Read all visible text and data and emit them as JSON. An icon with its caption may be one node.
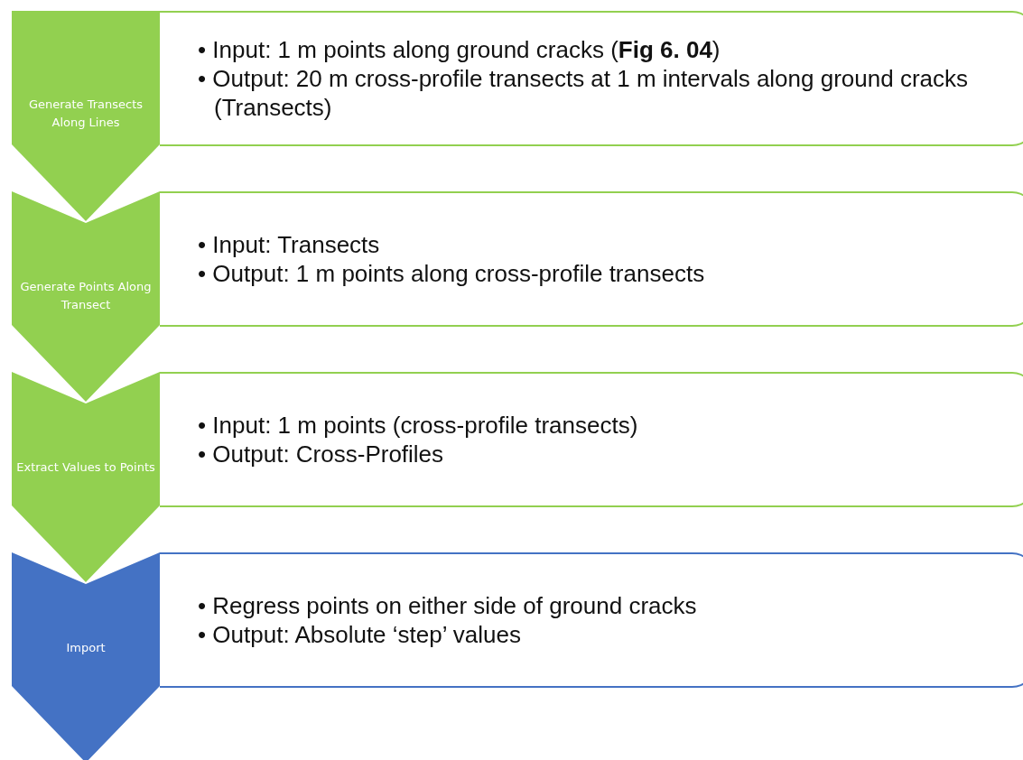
{
  "diagram": {
    "nodes": [
      {
        "text": [
          "Generate Transects Along Lines"
        ]
      },
      {
        "text": [
          "• Input: 1 m points along ground cracks (**Fig 6. 04**)",
          "• Output: 20 m cross-profile transects at 1 m intervals along ground cracks (Transects)"
        ]
      },
      {
        "text": [
          "Generate Points Along Transect"
        ]
      },
      {
        "text": [
          "• Input: Transects",
          "• Output: 1 m points along cross-profile transects"
        ]
      },
      {
        "text": [
          "Extract Values to Points"
        ]
      },
      {
        "text": [
          "• Input: 1 m points (cross-profile transects)",
          "• Output: Cross-Profiles"
        ]
      },
      {
        "text": [
          "Import"
        ]
      },
      {
        "text": [
          "• Regress points on either side of ground cracks",
          "• Output: Absolute ‘step’ values"
        ]
      }
    ]
  }
}
